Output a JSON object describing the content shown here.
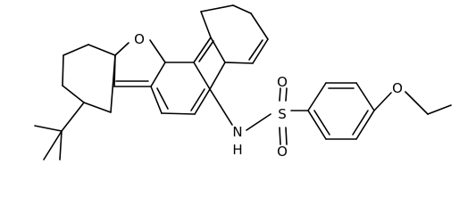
{
  "structure": {
    "atom_labels": {
      "furan_oxygen": "O",
      "nitrogen": "N",
      "hydrogen": "H",
      "sulfur": "S",
      "sulfonyl_oxygen_top": "O",
      "sulfonyl_oxygen_bottom": "O",
      "ether_oxygen": "O"
    }
  }
}
